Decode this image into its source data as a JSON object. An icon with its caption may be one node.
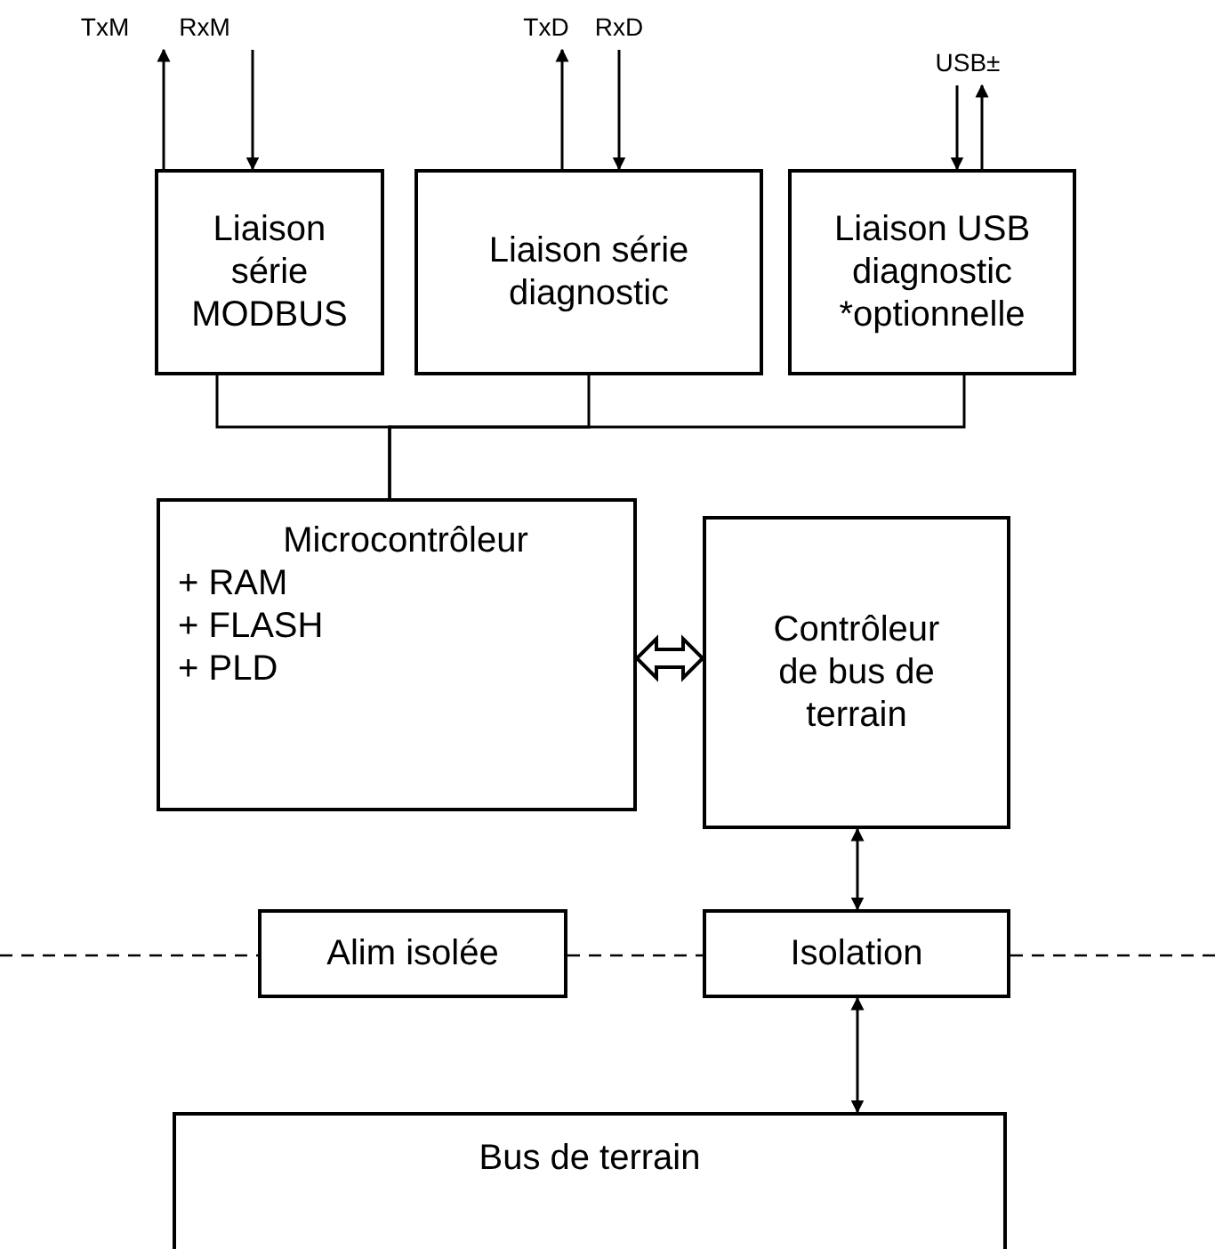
{
  "diagram": {
    "nodes": [
      {
        "text": [
          "TxM"
        ]
      },
      {
        "text": [
          "RxM"
        ]
      },
      {
        "text": [
          "TxD"
        ]
      },
      {
        "text": [
          "RxD"
        ]
      },
      {
        "text": [
          "USB±"
        ]
      },
      {
        "text": [
          "Liaison série MODBUS"
        ]
      },
      {
        "text": [
          "Liaison série diagnostic"
        ]
      },
      {
        "text": [
          "Liaison USB diagnostic *optionnelle"
        ]
      },
      {
        "text": [
          "Microcontrôleur",
          "+ RAM",
          "+ FLASH",
          "+ PLD"
        ]
      },
      {
        "text": [
          "Contrôleur de bus de terrain"
        ]
      },
      {
        "text": [
          "Alim isolée"
        ]
      },
      {
        "text": [
          "Isolation"
        ]
      },
      {
        "text": [
          "Bus de terrain"
        ]
      }
    ],
    "edges": [
      {
        "from": 5,
        "to": 0,
        "arrow": "to"
      },
      {
        "from": 1,
        "to": 5,
        "arrow": "to"
      },
      {
        "from": 6,
        "to": 2,
        "arrow": "to"
      },
      {
        "from": 3,
        "to": 6,
        "arrow": "to"
      },
      {
        "from": 4,
        "to": 7,
        "arrow": "to"
      },
      {
        "from": 7,
        "to": 4,
        "arrow": "to"
      },
      {
        "from": 5,
        "to": 8,
        "arrow": "none"
      },
      {
        "from": 6,
        "to": 8,
        "arrow": "none"
      },
      {
        "from": 7,
        "to": 8,
        "arrow": "none"
      },
      {
        "from": 8,
        "to": 9,
        "arrow": "both",
        "style": "thick"
      },
      {
        "from": 9,
        "to": 11,
        "arrow": "both"
      },
      {
        "from": 11,
        "to": 12,
        "arrow": "both"
      }
    ]
  }
}
